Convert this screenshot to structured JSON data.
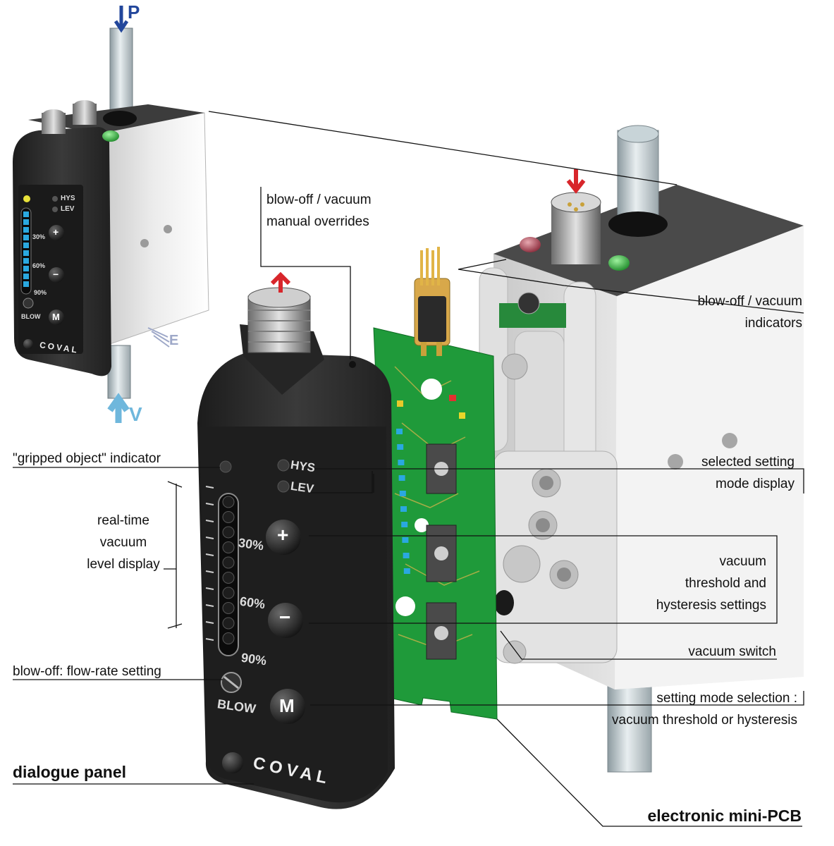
{
  "labels": {
    "manual_overrides": [
      "blow-off / vacuum",
      "manual overrides"
    ],
    "indicators": [
      "blow-off / vacuum",
      "indicators"
    ],
    "gripped": "\"gripped object\" indicator",
    "selected_mode": [
      "selected setting",
      "mode display"
    ],
    "realtime": [
      "real-time",
      "vacuum",
      "level display"
    ],
    "threshold": [
      "vacuum",
      "threshold and",
      "hysteresis settings"
    ],
    "vacuum_switch": "vacuum switch",
    "flow_rate": "blow-off: flow-rate setting",
    "mode_selection": [
      "setting mode selection :",
      "vacuum threshold or hysteresis"
    ],
    "dialogue_panel": "dialogue panel",
    "pcb": "electronic mini-PCB"
  },
  "device": {
    "brand": "COVAL",
    "hys": "HYS",
    "lev": "LEV",
    "pct30": "30%",
    "pct60": "60%",
    "pct90": "90%",
    "blow": "BLOW",
    "plus": "+",
    "minus": "−",
    "m": "M"
  },
  "small_device": {
    "brand": "COVAL",
    "hys": "HYS",
    "lev": "LEV",
    "pct30": "30%",
    "pct60": "60%",
    "pct90": "90%",
    "blow": "BLOW",
    "plus": "+",
    "minus": "−",
    "m": "M",
    "port_p": "P",
    "port_v": "V",
    "port_e": "E"
  },
  "colors": {
    "housing": "#2b2b2b",
    "body": "#e6e6e6",
    "pcb": "#1f9a3a",
    "arrow_red": "#d8262b",
    "arrow_blue": "#22469b",
    "arrow_lightblue": "#6fb7dc",
    "led_blue": "#2aa8e0",
    "led_green": "#2fae3a"
  }
}
